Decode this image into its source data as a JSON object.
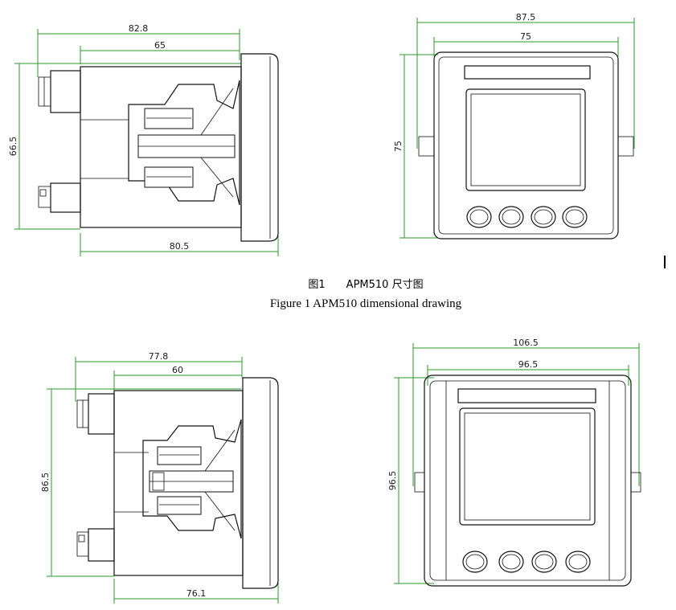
{
  "figure1": {
    "side_dims": {
      "top_outer": "82.8",
      "top_inner": "65",
      "left_height": "66.5",
      "bottom": "80.5"
    },
    "front_dims": {
      "top_outer": "87.5",
      "top_inner": "75",
      "left_height": "75"
    },
    "caption_cn": "图1　　APM510 尺寸图",
    "caption_en": "Figure 1 APM510 dimensional drawing"
  },
  "figure2": {
    "side_dims": {
      "top_outer": "77.8",
      "top_inner": "60",
      "left_height": "86.5",
      "bottom": "76.1"
    },
    "front_dims": {
      "top_outer": "106.5",
      "top_inner": "96.5",
      "left_height": "96.5"
    }
  },
  "colors": {
    "dimension_line": "#2a9a2a",
    "outline": "#111111"
  }
}
